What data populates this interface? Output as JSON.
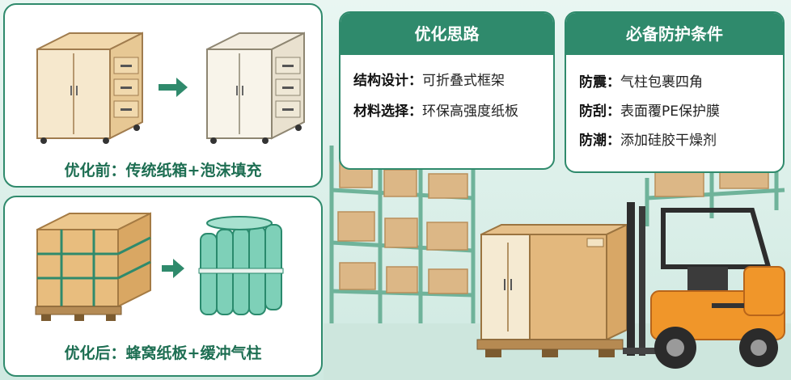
{
  "before_card": {
    "caption": "优化前：传统纸箱+泡沫填充"
  },
  "after_card": {
    "caption": "优化后：蜂窝纸板+缓冲气柱"
  },
  "ideas_panel": {
    "title": "优化思路",
    "rows": [
      {
        "key": "结构设计：",
        "value": "可折叠式框架"
      },
      {
        "key": "材料选择：",
        "value": "环保高强度纸板"
      }
    ]
  },
  "protection_panel": {
    "title": "必备防护条件",
    "rows": [
      {
        "key": "防震：",
        "value": "气柱包裹四角"
      },
      {
        "key": "防刮：",
        "value": "表面覆PE保护膜"
      },
      {
        "key": "防潮：",
        "value": "添加硅胶干燥剂"
      }
    ]
  },
  "colors": {
    "accent": "#2f8a6c",
    "background": "#d8efe8",
    "forklift": "#f0962a",
    "cardboard": "#d8b07a"
  },
  "icons": [
    "arrow-right-icon",
    "cabinet-icon",
    "forklift-icon"
  ]
}
